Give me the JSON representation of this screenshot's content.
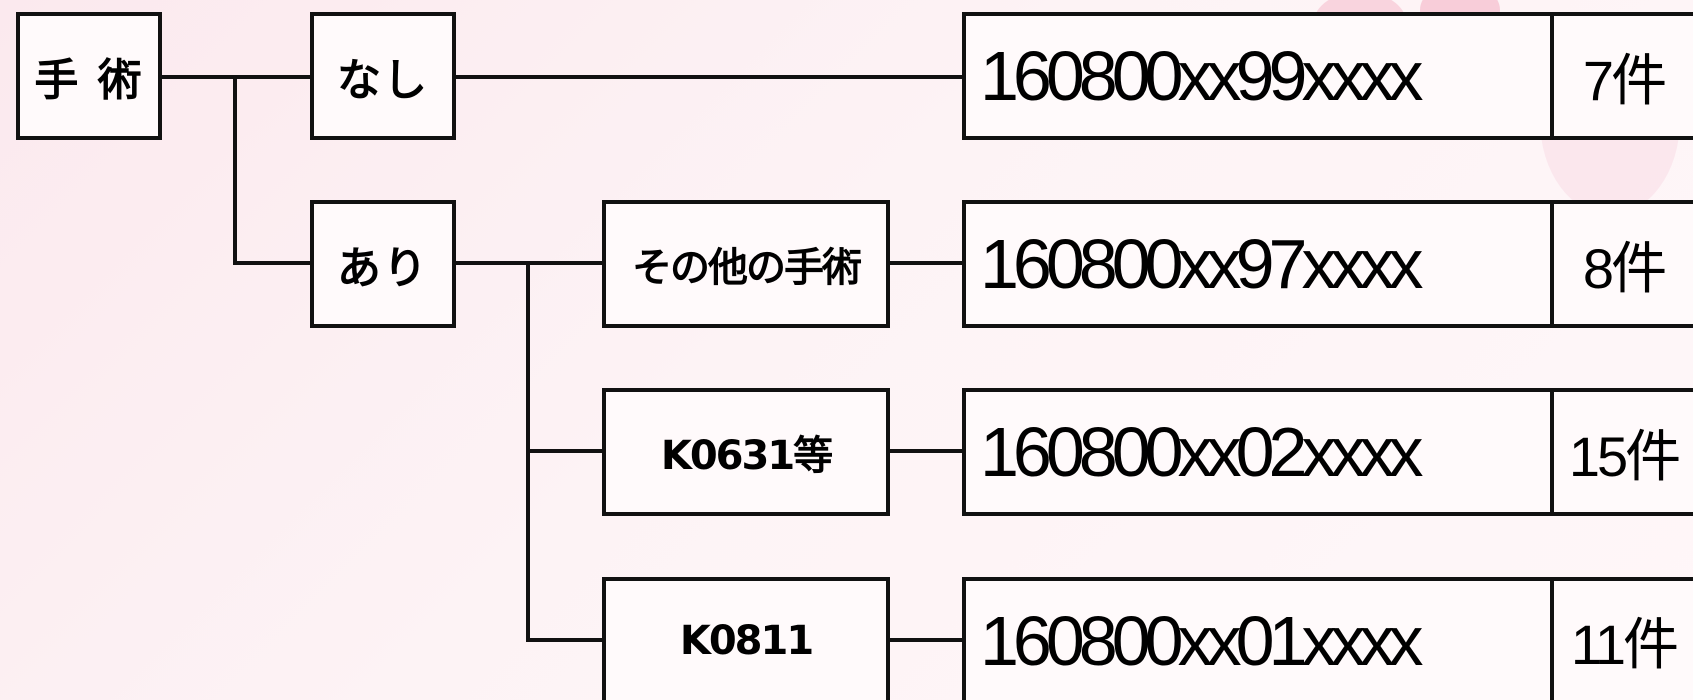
{
  "root": {
    "label": "手 術"
  },
  "branches": {
    "none": {
      "label": "なし"
    },
    "yes": {
      "label": "あり"
    }
  },
  "procedures": [
    {
      "label": "その他の手術"
    },
    {
      "label": "K0631等"
    },
    {
      "label": "K0811"
    }
  ],
  "results": [
    {
      "code": "160800xx99xxxx",
      "count": "7件"
    },
    {
      "code": "160800xx97xxxx",
      "count": "8件"
    },
    {
      "code": "160800xx02xxxx",
      "count": "15件"
    },
    {
      "code": "160800xx01xxxx",
      "count": "11件"
    }
  ],
  "colors": {
    "background": "#fbe9ee",
    "border": "#111111",
    "accent_pink": "#f4a9bf"
  }
}
